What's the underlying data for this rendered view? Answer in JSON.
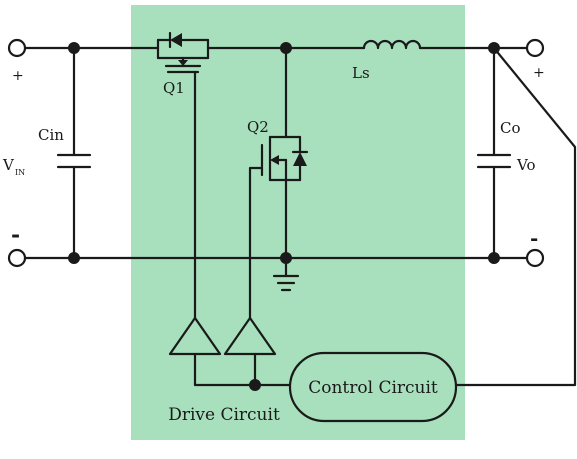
{
  "diagram": {
    "labels": {
      "q1": "Q1",
      "q2": "Q2",
      "inductor": "Ls",
      "cin": "Cin",
      "co": "Co",
      "vin_main": "V",
      "vin_sub": "IN",
      "vo": "Vo",
      "in_plus": "+",
      "in_minus": "-",
      "out_plus": "+",
      "out_minus": "-",
      "control": "Control Circuit",
      "drive": "Drive Circuit"
    },
    "colors": {
      "panel": "#a8e0bd",
      "wire": "#1a1a1a",
      "background": "#ffffff"
    }
  }
}
